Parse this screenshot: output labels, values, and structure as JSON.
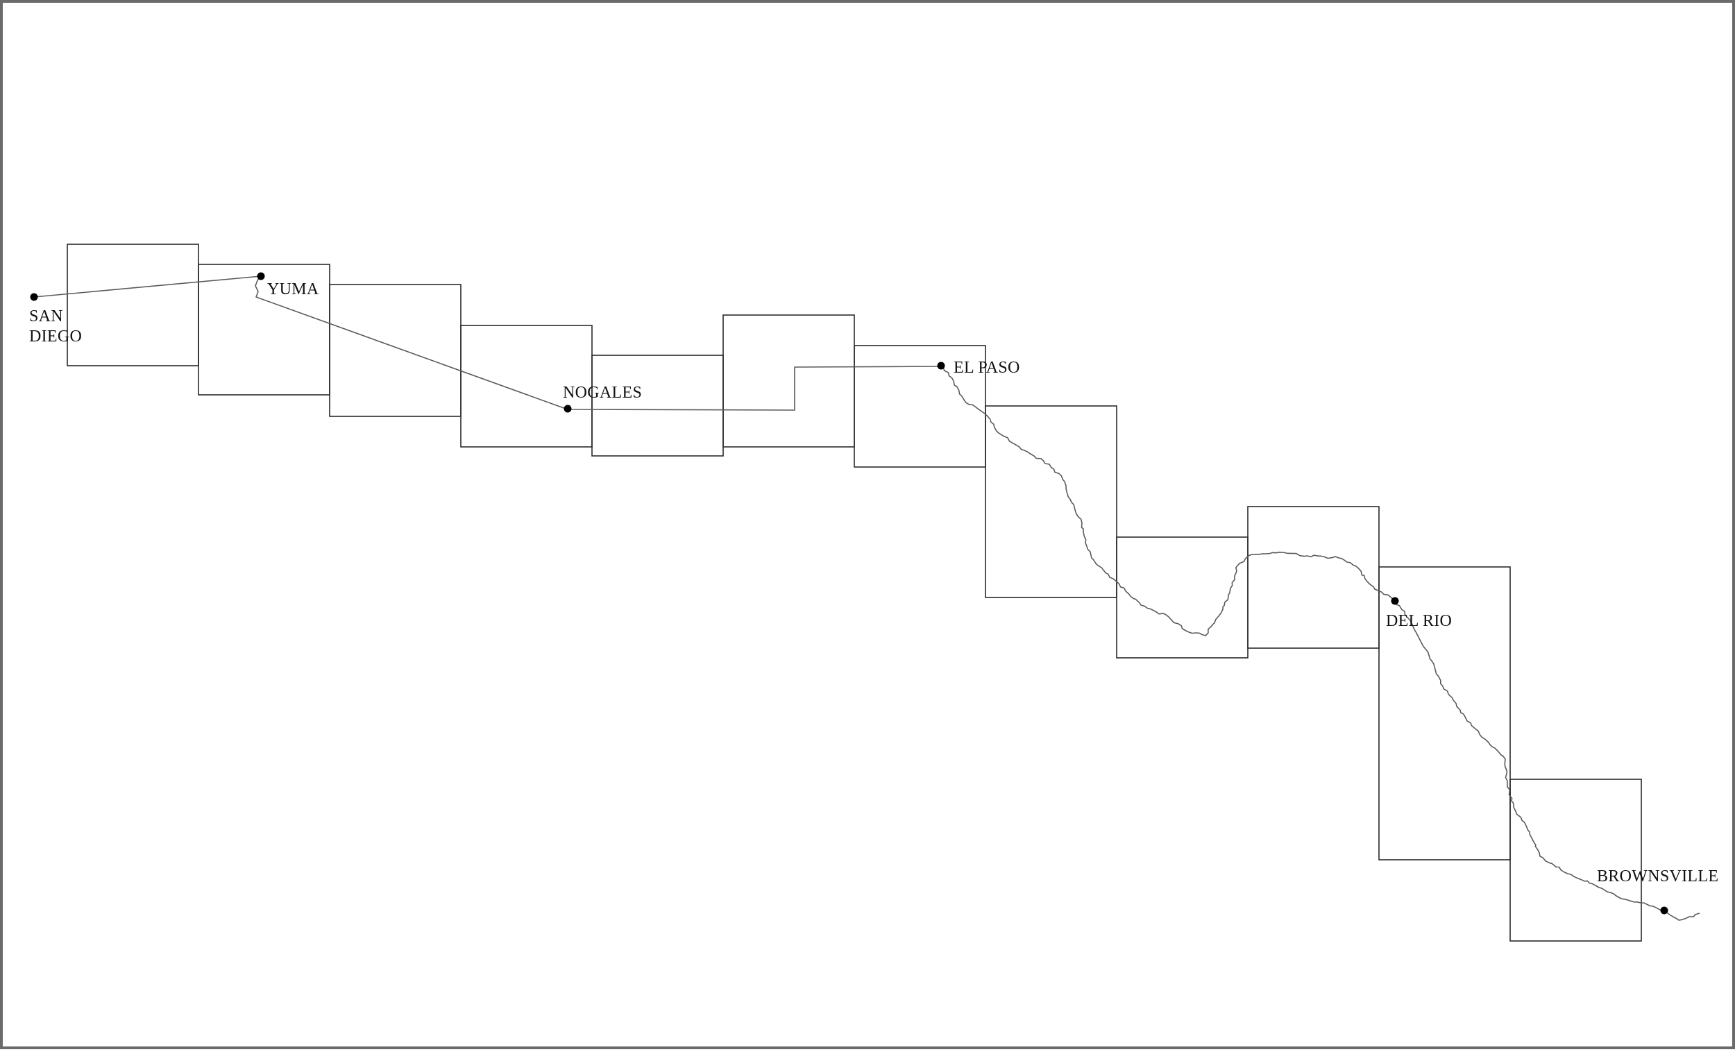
{
  "map": {
    "title": "",
    "cities": [
      {
        "id": "san-diego",
        "lines": [
          "SAN",
          "DIEGO"
        ]
      },
      {
        "id": "yuma",
        "lines": [
          "YUMA"
        ]
      },
      {
        "id": "nogales",
        "lines": [
          "NOGALES"
        ]
      },
      {
        "id": "el-paso",
        "lines": [
          "EL PASO"
        ]
      },
      {
        "id": "del-rio",
        "lines": [
          "DEL RIO"
        ]
      },
      {
        "id": "brownsville",
        "lines": [
          "BROWNSVILLE"
        ]
      }
    ],
    "sheet_count": 12,
    "colors": {
      "frame": "#6b6b6b",
      "tile_outline": "#2a2a2a",
      "border_line": "#5a5a5a",
      "city_marker": "#000000",
      "label": "#111111"
    }
  }
}
